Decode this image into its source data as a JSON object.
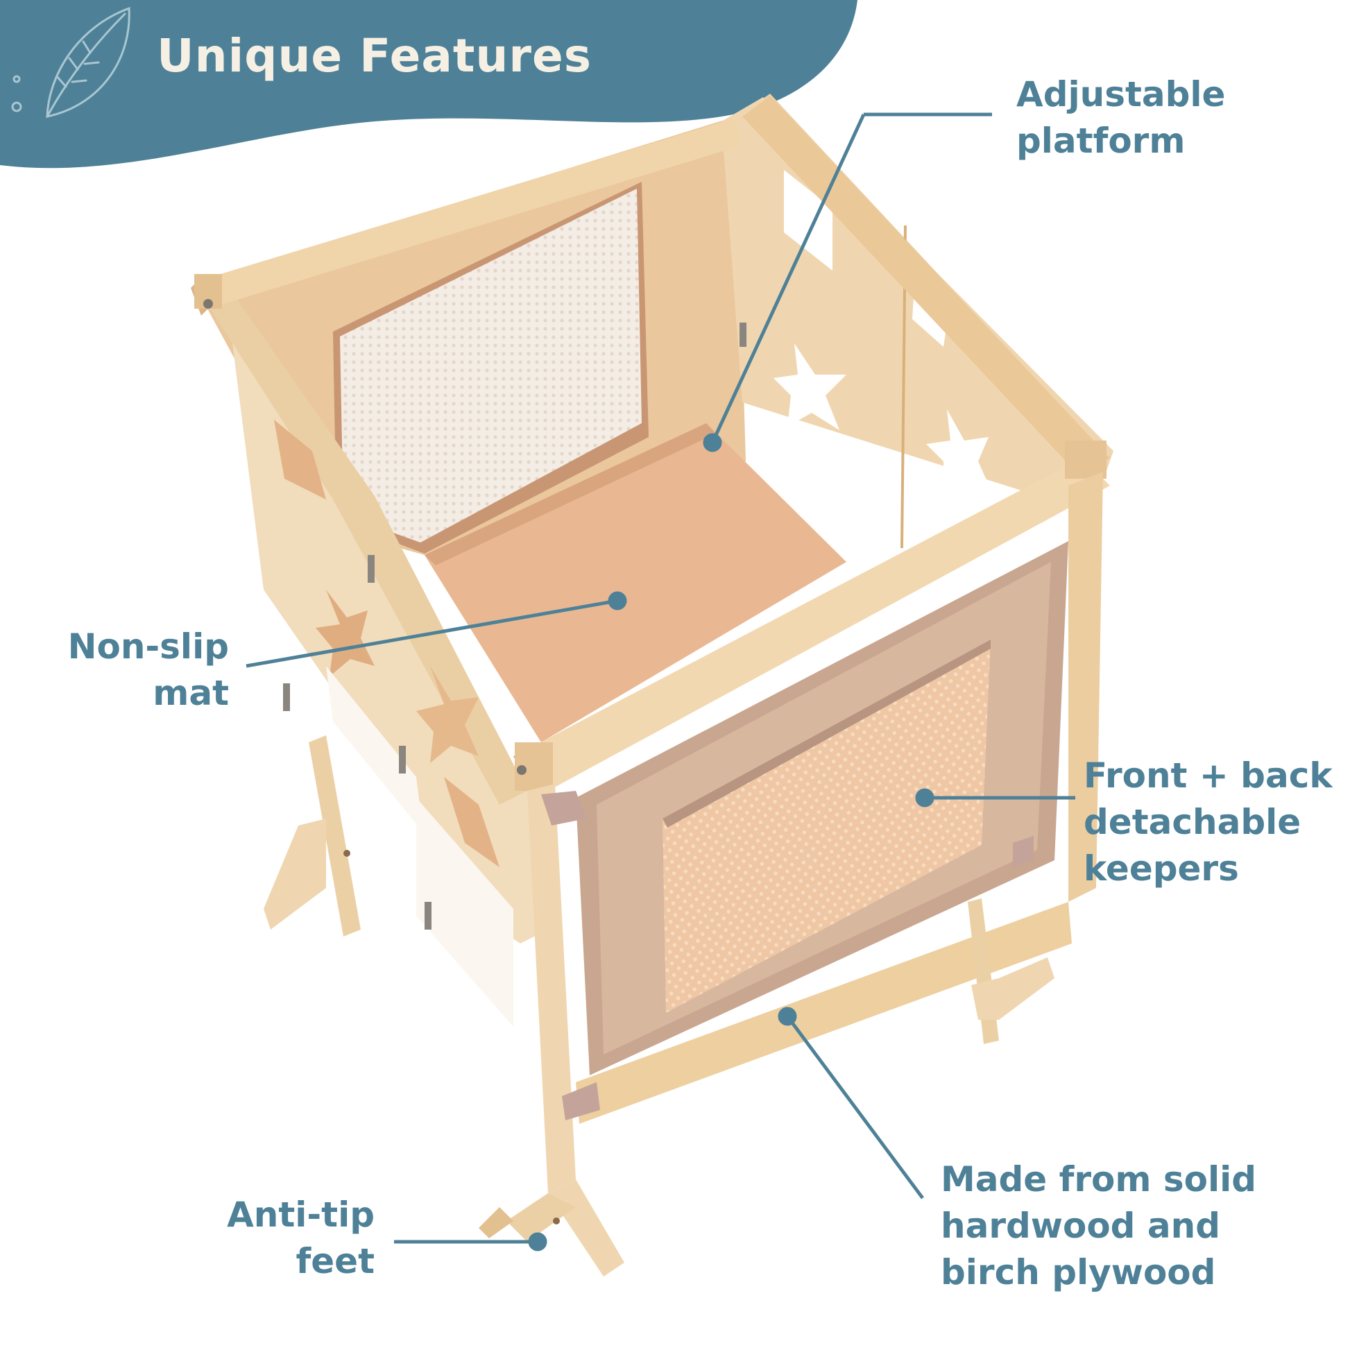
{
  "banner": {
    "title": "Unique Features"
  },
  "colors": {
    "accent": "#4e8197",
    "banner_text": "#f6f0e4",
    "wood_light": "#f1dcbc",
    "wood_mid": "#e8c898",
    "wood_dark": "#d8b07a",
    "mat": "#e9b893",
    "keeper_frame": "#c9a690",
    "mesh": "#efc9a6"
  },
  "icons": {
    "banner_decor": "leaf-icon"
  },
  "callouts": {
    "adjustable_platform": {
      "lines": [
        "Adjustable",
        "platform"
      ]
    },
    "non_slip_mat": {
      "lines": [
        "Non-slip",
        "mat"
      ]
    },
    "keepers": {
      "lines": [
        "Front + back",
        "detachable",
        "keepers"
      ]
    },
    "materials": {
      "lines": [
        "Made from solid",
        "hardwood and",
        "birch plywood"
      ]
    },
    "anti_tip_feet": {
      "lines": [
        "Anti-tip",
        "feet"
      ]
    }
  }
}
